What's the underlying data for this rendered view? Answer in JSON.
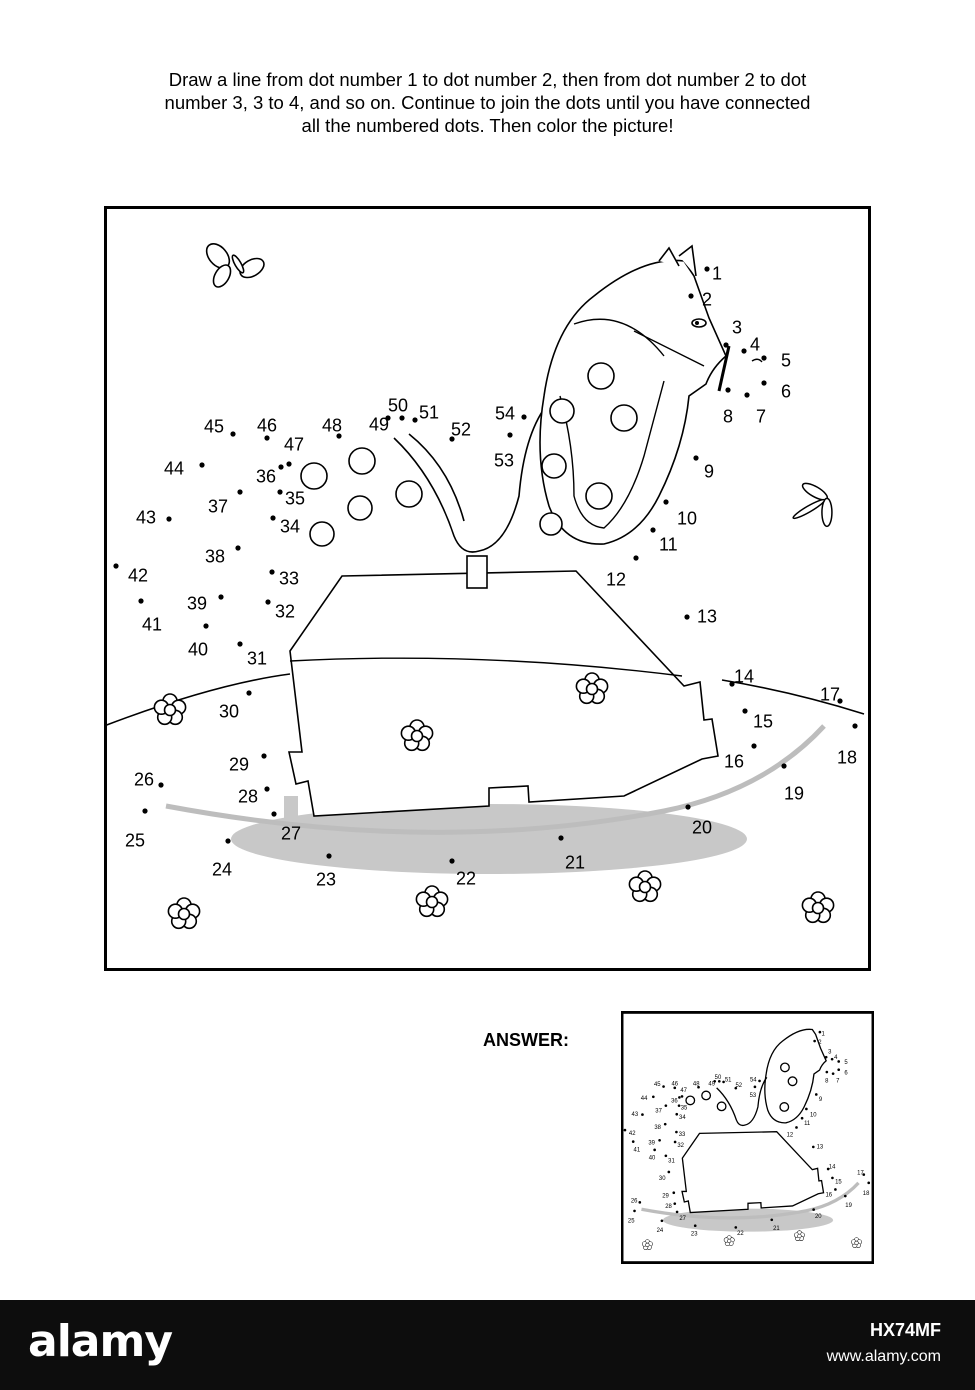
{
  "instructions": {
    "line1": "Draw a line from dot number 1 to dot number 2, then from dot number 2 to dot",
    "line2": "number 3, 3 to 4, and so on. Continue to join the dots until you have connected",
    "line3": "all the numbered dots. Then color the picture!"
  },
  "answer_label": "ANSWER:",
  "dots": [
    "1",
    "2",
    "3",
    "4",
    "5",
    "6",
    "7",
    "8",
    "9",
    "10",
    "11",
    "12",
    "13",
    "14",
    "15",
    "16",
    "17",
    "18",
    "19",
    "20",
    "21",
    "22",
    "23",
    "24",
    "25",
    "26",
    "27",
    "28",
    "29",
    "30",
    "31",
    "32",
    "33",
    "34",
    "35",
    "36",
    "37",
    "38",
    "39",
    "40",
    "41",
    "42",
    "43",
    "44",
    "45",
    "46",
    "47",
    "48",
    "49",
    "50",
    "51",
    "52",
    "53",
    "54"
  ],
  "footer": {
    "logo": "alamy",
    "image_id": "HX74MF",
    "site": "www.alamy.com"
  },
  "icons": {
    "butterfly": "butterfly-icon",
    "dragonfly": "dragonfly-icon",
    "flower": "flower-icon"
  }
}
